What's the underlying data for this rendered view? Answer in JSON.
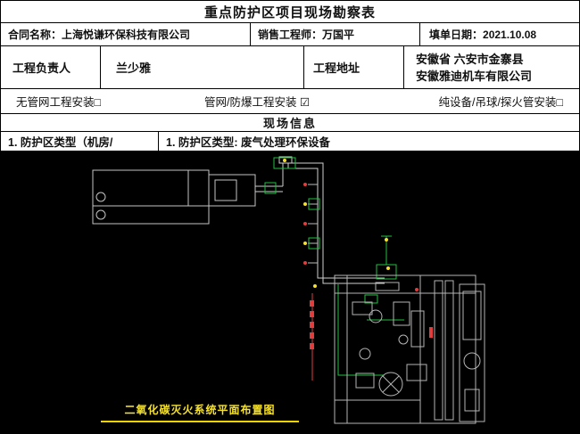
{
  "form": {
    "title": "重点防护区项目现场勘察表",
    "contract": {
      "label": "合同名称：",
      "value": "上海悦谦环保科技有限公司"
    },
    "sales_engineer": {
      "label": "销售工程师：",
      "value": "万国平"
    },
    "fill_date": {
      "label": "填单日期：",
      "value": "2021.10.08"
    },
    "project_manager": {
      "label": "工程负责人",
      "value": "兰少雅"
    },
    "project_address": {
      "label": "工程地址",
      "line1": "安徽省 六安市金寨县",
      "line2": "安徽雅迪机车有限公司"
    },
    "install_options": [
      {
        "label": "无管网工程安装",
        "checkbox": "□"
      },
      {
        "label": "管网/防爆工程安装",
        "checkbox": "☑"
      },
      {
        "label": "纯设备/吊球/探火管安装",
        "checkbox": "□"
      }
    ],
    "section_header": "现场信息",
    "zone_type_left": "1.  防护区类型（机房/",
    "zone_type_right": "1.  防护区类型:  废气处理环保设备"
  },
  "cad": {
    "caption": "二氧化碳灭火系统平面布置图",
    "colors": {
      "background": "#000000",
      "line": "#c4c4c4",
      "green": "#1fbf3f",
      "red": "#e23c3c",
      "yellow": "#f5e12e"
    }
  }
}
